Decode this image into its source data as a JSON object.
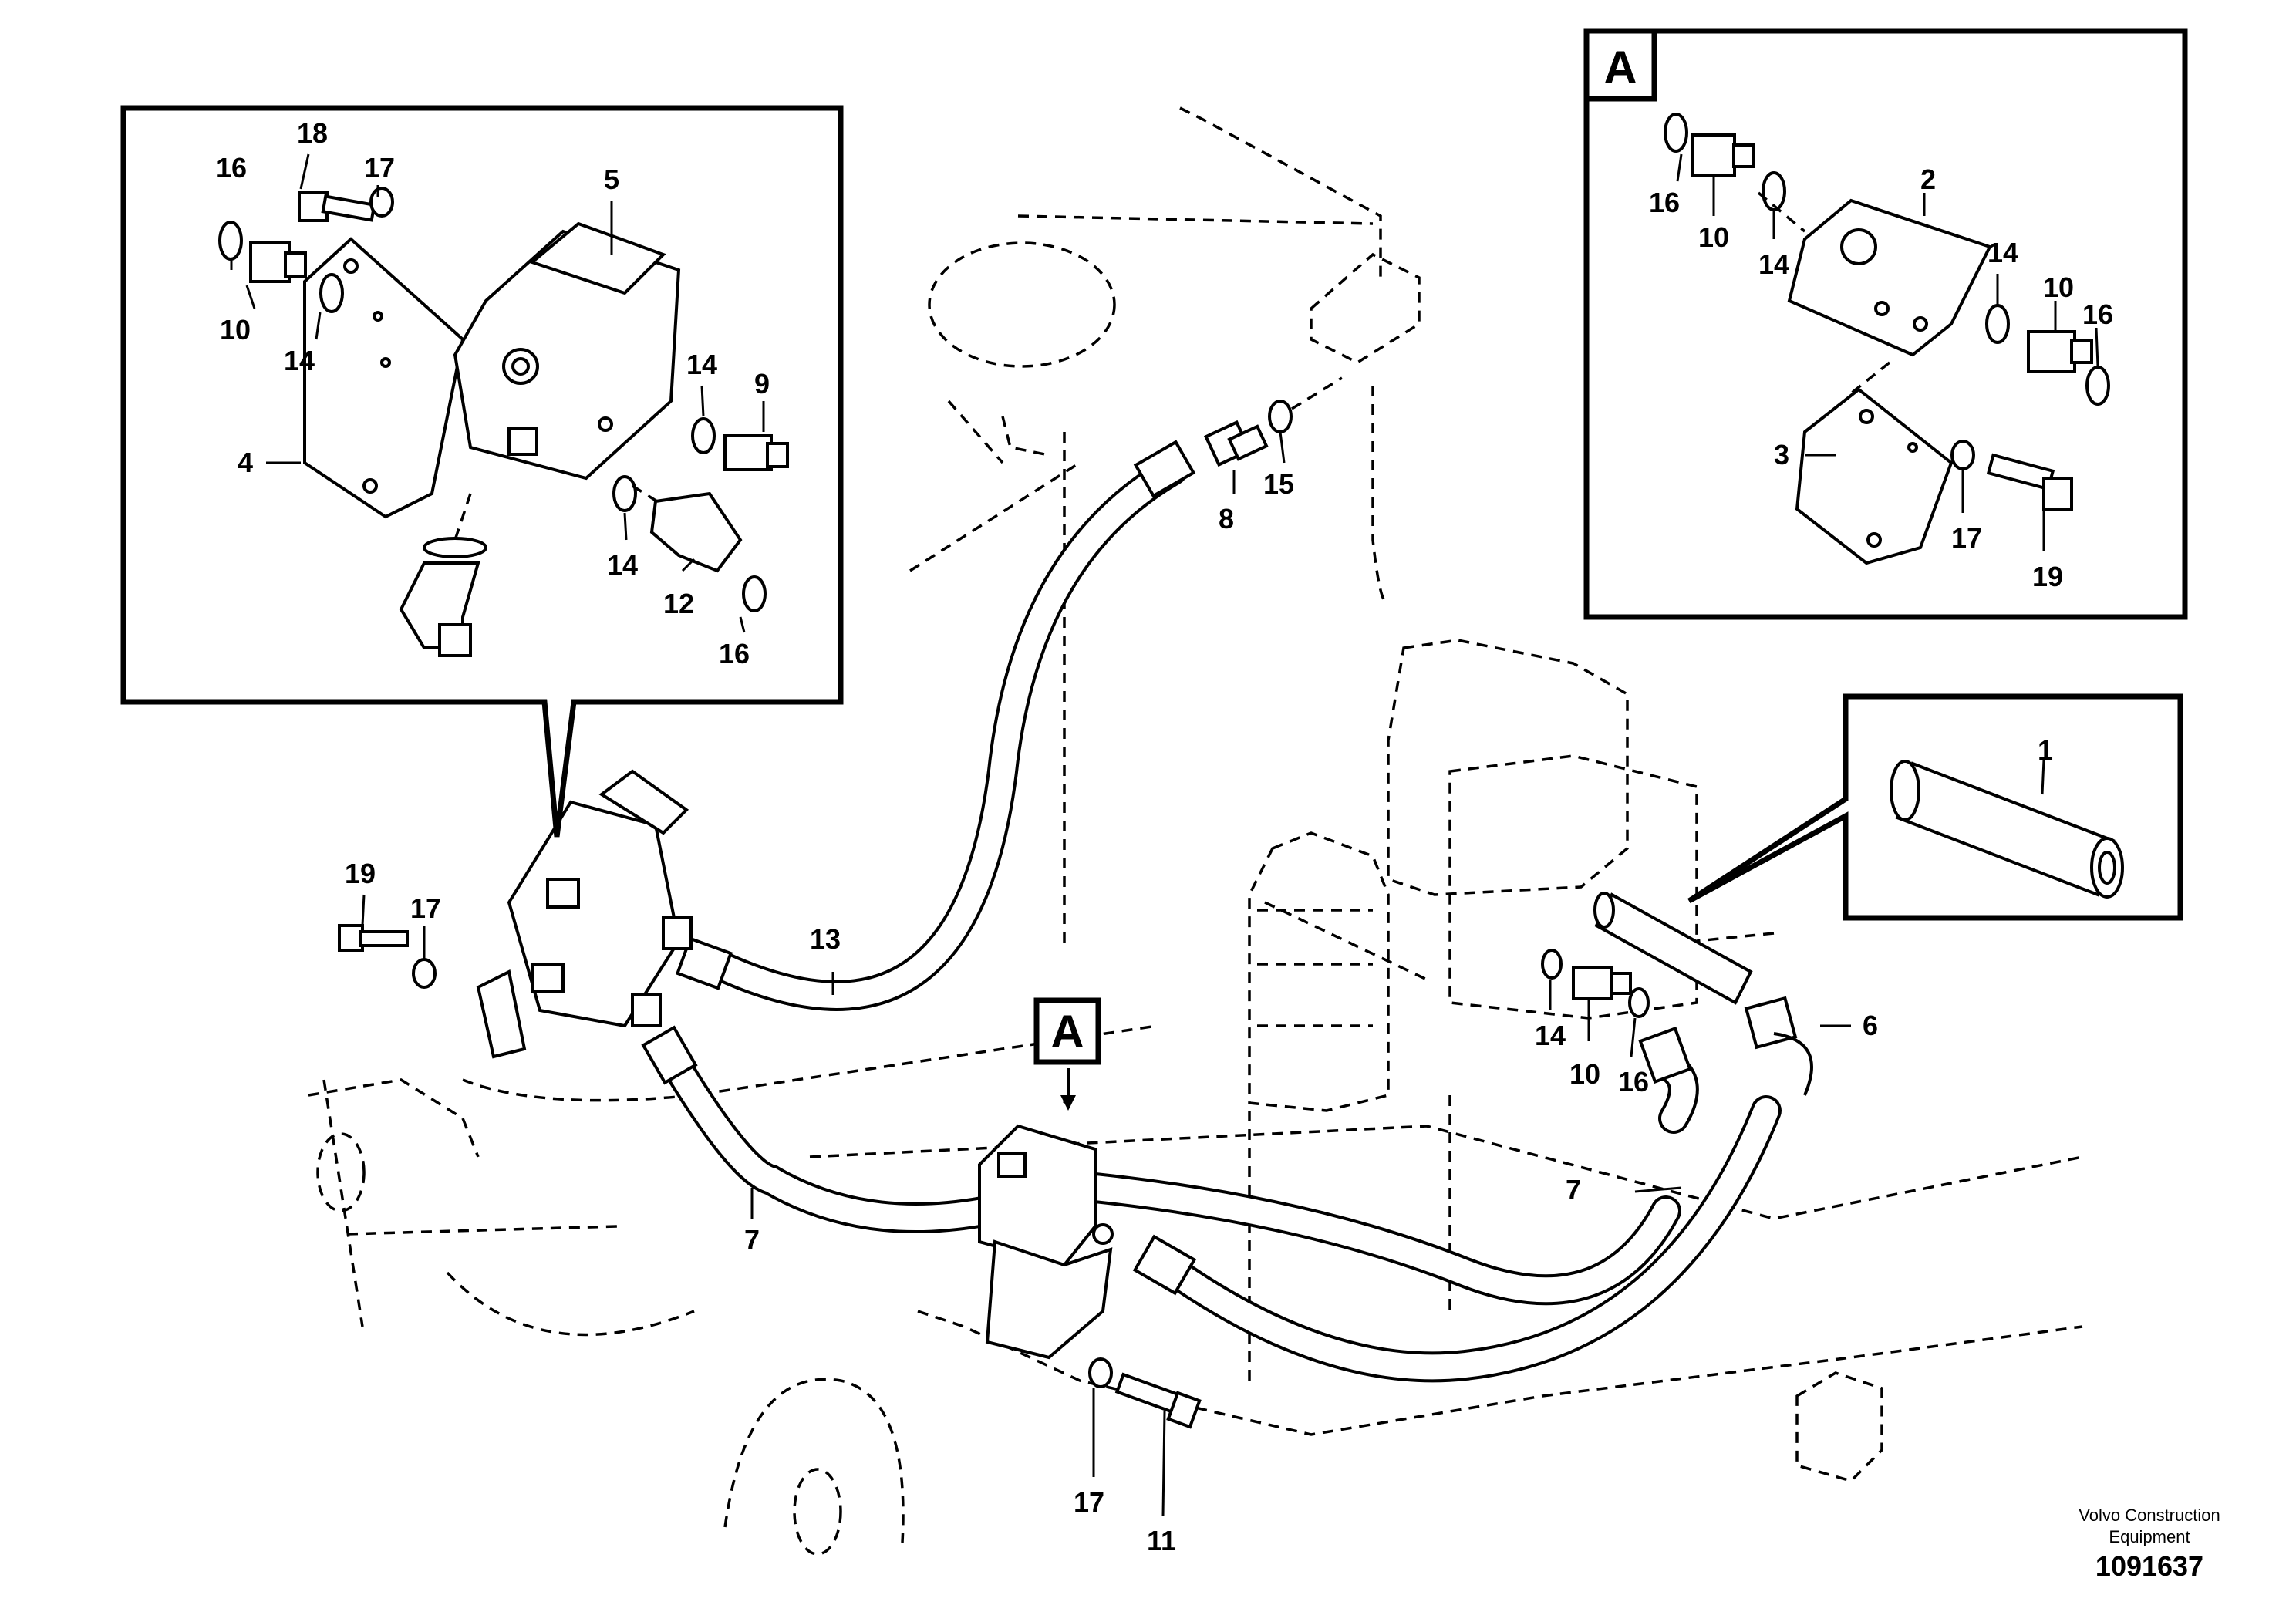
{
  "diagram": {
    "callouts": [
      {
        "id": "c-16-inset-left-top",
        "text": "16"
      },
      {
        "id": "c-18",
        "text": "18"
      },
      {
        "id": "c-17-inset-left",
        "text": "17"
      },
      {
        "id": "c-5",
        "text": "5"
      },
      {
        "id": "c-10-inset-left",
        "text": "10"
      },
      {
        "id": "c-14-inset-left-a",
        "text": "14"
      },
      {
        "id": "c-14-inset-left-b",
        "text": "14"
      },
      {
        "id": "c-9",
        "text": "9"
      },
      {
        "id": "c-4",
        "text": "4"
      },
      {
        "id": "c-14-inset-left-c",
        "text": "14"
      },
      {
        "id": "c-12",
        "text": "12"
      },
      {
        "id": "c-16-inset-left-bottom",
        "text": "16"
      },
      {
        "id": "c-8",
        "text": "8"
      },
      {
        "id": "c-15",
        "text": "15"
      },
      {
        "id": "c-13",
        "text": "13"
      },
      {
        "id": "c-19-main",
        "text": "19"
      },
      {
        "id": "c-17-main-left",
        "text": "17"
      },
      {
        "id": "c-7-left",
        "text": "7"
      },
      {
        "id": "c-7-right",
        "text": "7"
      },
      {
        "id": "c-6",
        "text": "6"
      },
      {
        "id": "c-14-main",
        "text": "14"
      },
      {
        "id": "c-10-main",
        "text": "10"
      },
      {
        "id": "c-16-main",
        "text": "16"
      },
      {
        "id": "c-17-main-bottom",
        "text": "17"
      },
      {
        "id": "c-11",
        "text": "11"
      },
      {
        "id": "c-1",
        "text": "1"
      },
      {
        "id": "c-16-inset-a-left",
        "text": "16"
      },
      {
        "id": "c-10-inset-a-left",
        "text": "10"
      },
      {
        "id": "c-14-inset-a-left",
        "text": "14"
      },
      {
        "id": "c-2",
        "text": "2"
      },
      {
        "id": "c-14-inset-a-right",
        "text": "14"
      },
      {
        "id": "c-10-inset-a-right",
        "text": "10"
      },
      {
        "id": "c-16-inset-a-right",
        "text": "16"
      },
      {
        "id": "c-3",
        "text": "3"
      },
      {
        "id": "c-17-inset-a",
        "text": "17"
      },
      {
        "id": "c-19-inset-a",
        "text": "19"
      }
    ],
    "view_markers": {
      "main": "A",
      "inset": "A"
    },
    "footer": {
      "company_line1": "Volvo Construction",
      "company_line2": "Equipment",
      "drawing_number": "1091637"
    }
  }
}
